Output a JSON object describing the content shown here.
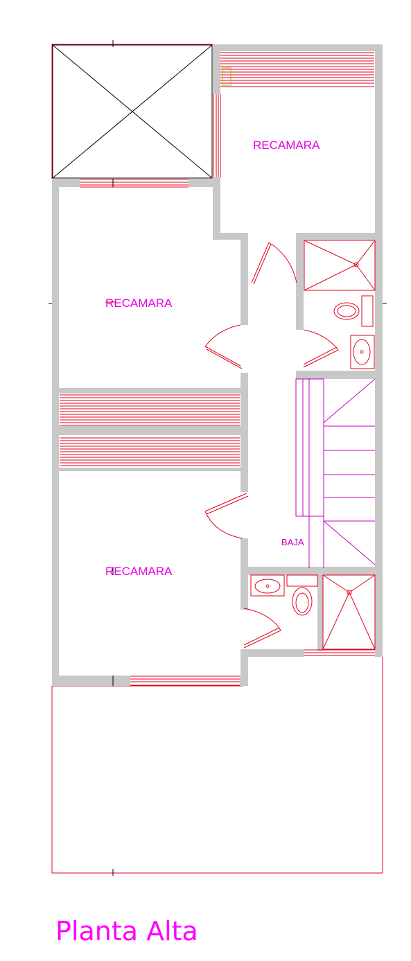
{
  "title": "Planta Alta",
  "rooms": {
    "bedroom_top_right": "RECAMARA",
    "bedroom_mid_left": "RECAMARA",
    "bedroom_bottom_left": "RECAMARA"
  },
  "stairs_label": "BAJA",
  "colors": {
    "walls": "#c8c8c8",
    "lines": "#e0001b",
    "labels": "#e600e6",
    "stairs": "#c400c4"
  }
}
